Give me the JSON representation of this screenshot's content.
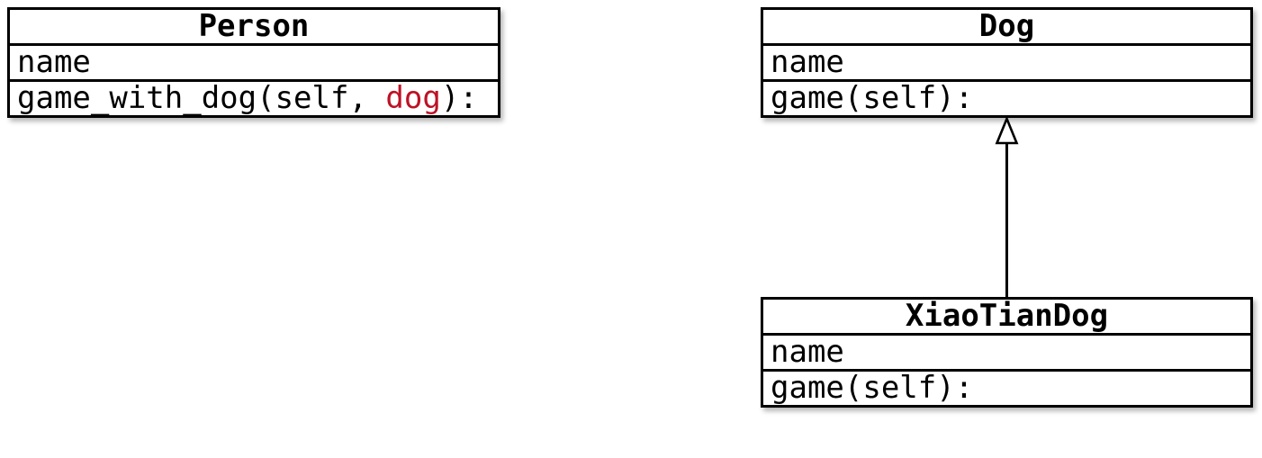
{
  "colors": {
    "background": "#ffffff",
    "box_fill": "#ffffff",
    "border": "#000000",
    "text": "#000000",
    "param_highlight": "#bd1226"
  },
  "classes": {
    "person": {
      "title": "Person",
      "attribute": "name",
      "method_prefix": "game_with_dog(self, ",
      "method_param": "dog",
      "method_suffix": "):"
    },
    "dog": {
      "title": "Dog",
      "attribute": "name",
      "method": "game(self):"
    },
    "xiaotiandog": {
      "title": "XiaoTianDog",
      "attribute": "name",
      "method": "game(self):"
    }
  },
  "relationship": {
    "type": "inheritance",
    "from": "XiaoTianDog",
    "to": "Dog",
    "arrow_head": "hollow-triangle-up"
  }
}
